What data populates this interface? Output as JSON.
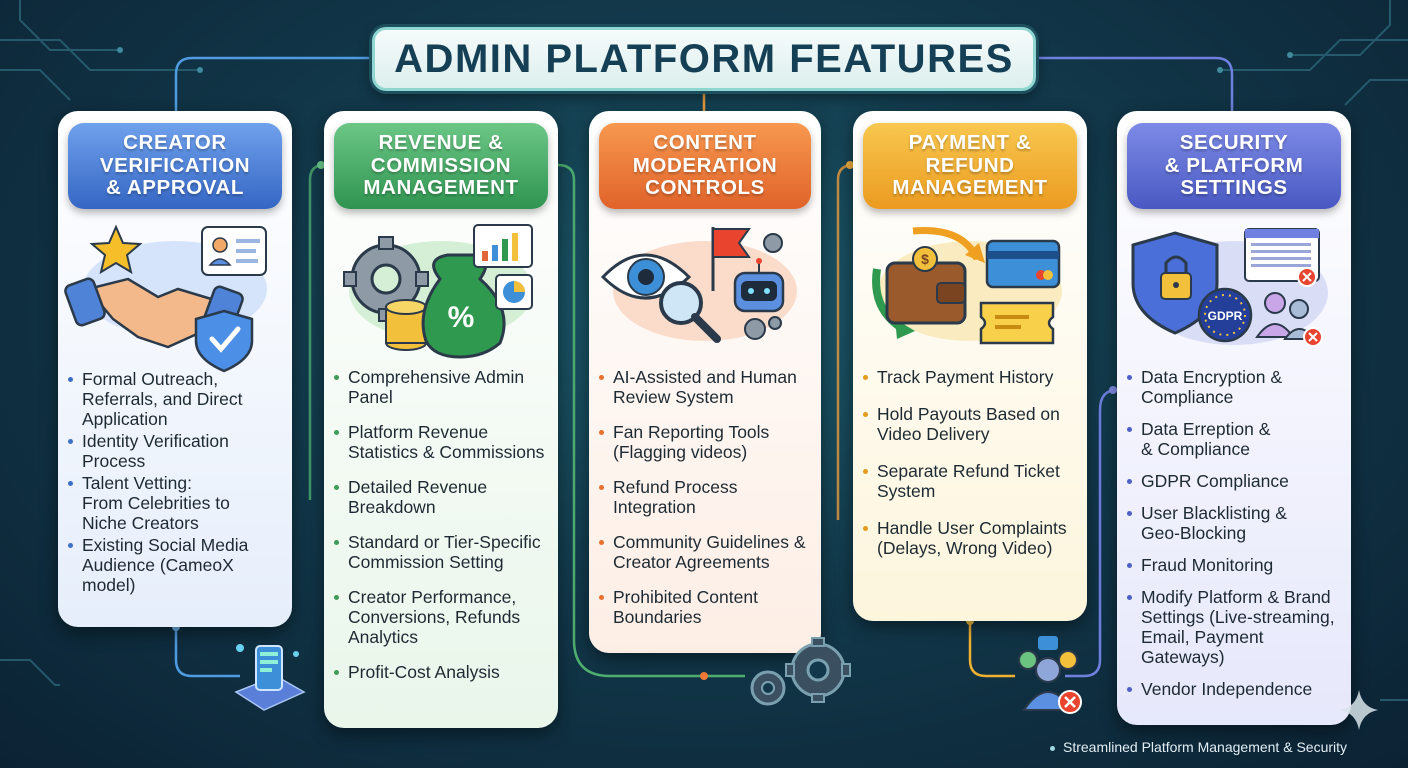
{
  "title": "ADMIN PLATFORM FEATURES",
  "footer": "Streamlined Platform Management & Security",
  "colors": {
    "background": "#12394b",
    "creator_accent": "#3566c4",
    "revenue_accent": "#2f9450",
    "moderation_accent": "#e0632a",
    "payment_accent": "#eb9b20",
    "security_accent": "#4959c2"
  },
  "cards": [
    {
      "title": "CREATOR\nVERIFICATION\n& APPROVAL",
      "icons": [
        "star-icon",
        "profile-card-icon",
        "handshake-icon",
        "shield-check-icon"
      ],
      "items": [
        "Formal Outreach,\nReferrals, and Direct\nApplication",
        "Identity Verification\nProcess",
        "Talent Vetting:\nFrom Celebrities to\nNiche Creators",
        "Existing Social Media\nAudience (CameoX\nmodel)"
      ]
    },
    {
      "title": "REVENUE &\nCOMMISSION\nMANAGEMENT",
      "icons": [
        "gear-icon",
        "coin-stack-icon",
        "money-bag-icon",
        "bar-chart-icon",
        "pie-chart-icon"
      ],
      "items": [
        "Comprehensive Admin\nPanel",
        "Platform Revenue\nStatistics & Commissions",
        "Detailed Revenue\nBreakdown",
        "Standard or Tier-Specific\nCommission Setting",
        "Creator Performance,\nConversions, Refunds\nAnalytics",
        "Profit-Cost Analysis"
      ]
    },
    {
      "title": "CONTENT\nMODERATION\nCONTROLS",
      "icons": [
        "eye-icon",
        "magnifier-icon",
        "flag-icon",
        "robot-icon",
        "gear-icon"
      ],
      "items": [
        "AI-Assisted and Human\nReview System",
        "Fan Reporting Tools\n(Flagging videos)",
        "Refund Process\nIntegration",
        "Community Guidelines &\nCreator Agreements",
        "Prohibited Content\nBoundaries"
      ]
    },
    {
      "title": "PAYMENT &\nREFUND\nMANAGEMENT",
      "icons": [
        "wallet-icon",
        "refund-arrow-icon",
        "credit-card-icon",
        "ticket-icon"
      ],
      "items": [
        "Track Payment History",
        "Hold Payouts Based on\nVideo Delivery",
        "Separate Refund Ticket\nSystem",
        "Handle User Complaints\n(Delays, Wrong Video)"
      ]
    },
    {
      "title": "SECURITY\n& PLATFORM\nSETTINGS",
      "icons": [
        "lock-shield-icon",
        "gdpr-badge-icon",
        "data-table-icon",
        "user-block-icon"
      ],
      "gdpr_badge": "GDPR",
      "items": [
        "Data Encryption &\nCompliance",
        "Data Erreption &\n& Compliance",
        "GDPR Compliance",
        "User Blacklisting &\nGeo-Blocking",
        "Fraud Monitoring",
        "Modify Platform & Brand\nSettings (Live-streaming,\nEmail, Payment Gateways)",
        "Vendor Independence"
      ]
    }
  ]
}
